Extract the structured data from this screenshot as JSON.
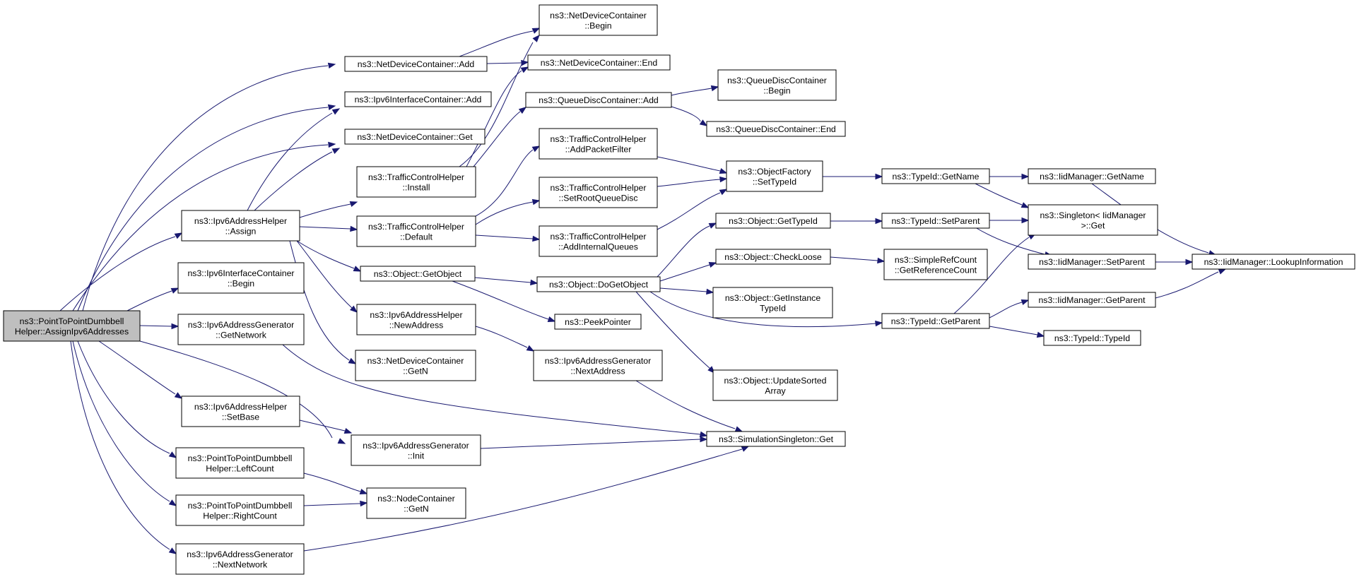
{
  "nodes": [
    {
      "id": "root",
      "lines": [
        "ns3::PointToPointDumbbell",
        "Helper::AssignIpv6Addresses"
      ],
      "root": true
    },
    {
      "id": "nd_add",
      "lines": [
        "ns3::NetDeviceContainer::Add"
      ]
    },
    {
      "id": "nd_begin",
      "lines": [
        "ns3::NetDeviceContainer",
        "::Begin"
      ]
    },
    {
      "id": "nd_end",
      "lines": [
        "ns3::NetDeviceContainer::End"
      ]
    },
    {
      "id": "i6ic_add",
      "lines": [
        "ns3::Ipv6InterfaceContainer::Add"
      ]
    },
    {
      "id": "qdc_add",
      "lines": [
        "ns3::QueueDiscContainer::Add"
      ]
    },
    {
      "id": "qdc_begin",
      "lines": [
        "ns3::QueueDiscContainer",
        "::Begin"
      ]
    },
    {
      "id": "qdc_end",
      "lines": [
        "ns3::QueueDiscContainer::End"
      ]
    },
    {
      "id": "nd_get",
      "lines": [
        "ns3::NetDeviceContainer::Get"
      ]
    },
    {
      "id": "tch_install",
      "lines": [
        "ns3::TrafficControlHelper",
        "::Install"
      ]
    },
    {
      "id": "tch_apf",
      "lines": [
        "ns3::TrafficControlHelper",
        "::AddPacketFilter"
      ]
    },
    {
      "id": "of_settypeid",
      "lines": [
        "ns3::ObjectFactory",
        "::SetTypeId"
      ]
    },
    {
      "id": "tid_getname",
      "lines": [
        "ns3::TypeId::GetName"
      ]
    },
    {
      "id": "iid_getname",
      "lines": [
        "ns3::IidManager::GetName"
      ]
    },
    {
      "id": "tch_srqd",
      "lines": [
        "ns3::TrafficControlHelper",
        "::SetRootQueueDisc"
      ]
    },
    {
      "id": "i6ah_assign",
      "lines": [
        "ns3::Ipv6AddressHelper",
        "::Assign"
      ]
    },
    {
      "id": "tch_default",
      "lines": [
        "ns3::TrafficControlHelper",
        "::Default"
      ]
    },
    {
      "id": "obj_gettypeid",
      "lines": [
        "ns3::Object::GetTypeId"
      ]
    },
    {
      "id": "tid_setparent",
      "lines": [
        "ns3::TypeId::SetParent"
      ]
    },
    {
      "id": "singleton_get",
      "lines": [
        "ns3::Singleton< IidManager",
        " >::Get"
      ]
    },
    {
      "id": "tch_aiq",
      "lines": [
        "ns3::TrafficControlHelper",
        "::AddInternalQueues"
      ]
    },
    {
      "id": "obj_checkloose",
      "lines": [
        "ns3::Object::CheckLoose"
      ]
    },
    {
      "id": "src_getrefcount",
      "lines": [
        "ns3::SimpleRefCount",
        "::GetReferenceCount"
      ]
    },
    {
      "id": "iid_setparent",
      "lines": [
        "ns3::IidManager::SetParent"
      ]
    },
    {
      "id": "iid_lookup",
      "lines": [
        "ns3::IidManager::LookupInformation"
      ]
    },
    {
      "id": "i6ic_begin",
      "lines": [
        "ns3::Ipv6InterfaceContainer",
        "::Begin"
      ]
    },
    {
      "id": "obj_getobject",
      "lines": [
        "ns3::Object::GetObject"
      ]
    },
    {
      "id": "obj_dogetobject",
      "lines": [
        "ns3::Object::DoGetObject"
      ]
    },
    {
      "id": "obj_getinsttypeid",
      "lines": [
        "ns3::Object::GetInstance",
        "TypeId"
      ]
    },
    {
      "id": "iid_getparent",
      "lines": [
        "ns3::IidManager::GetParent"
      ]
    },
    {
      "id": "i6ag_getnetwork",
      "lines": [
        "ns3::Ipv6AddressGenerator",
        "::GetNetwork"
      ]
    },
    {
      "id": "i6ah_newaddress",
      "lines": [
        "ns3::Ipv6AddressHelper",
        "::NewAddress"
      ]
    },
    {
      "id": "peekpointer",
      "lines": [
        "ns3::PeekPointer"
      ]
    },
    {
      "id": "tid_getparent",
      "lines": [
        "ns3::TypeId::GetParent"
      ]
    },
    {
      "id": "tid_typeid",
      "lines": [
        "ns3::TypeId::TypeId"
      ]
    },
    {
      "id": "nd_getn",
      "lines": [
        "ns3::NetDeviceContainer",
        "::GetN"
      ]
    },
    {
      "id": "i6ag_nextaddress",
      "lines": [
        "ns3::Ipv6AddressGenerator",
        "::NextAddress"
      ]
    },
    {
      "id": "obj_updatesorted",
      "lines": [
        "ns3::Object::UpdateSorted",
        "Array"
      ]
    },
    {
      "id": "i6ah_setbase",
      "lines": [
        "ns3::Ipv6AddressHelper",
        "::SetBase"
      ]
    },
    {
      "id": "i6ag_init",
      "lines": [
        "ns3::Ipv6AddressGenerator",
        "::Init"
      ]
    },
    {
      "id": "simsingleton_get",
      "lines": [
        "ns3::SimulationSingleton::Get"
      ]
    },
    {
      "id": "p2pd_leftcount",
      "lines": [
        "ns3::PointToPointDumbbell",
        "Helper::LeftCount"
      ]
    },
    {
      "id": "nc_getn",
      "lines": [
        "ns3::NodeContainer",
        "::GetN"
      ]
    },
    {
      "id": "p2pd_rightcount",
      "lines": [
        "ns3::PointToPointDumbbell",
        "Helper::RightCount"
      ]
    },
    {
      "id": "i6ag_nextnetwork",
      "lines": [
        "ns3::Ipv6AddressGenerator",
        "::NextNetwork"
      ]
    }
  ]
}
